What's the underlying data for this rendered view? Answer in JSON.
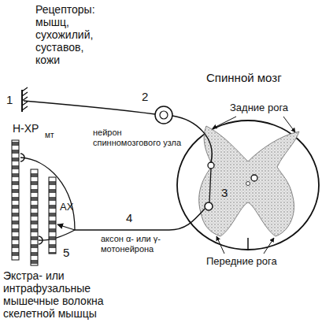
{
  "diagram": {
    "labels": [
      "Рецепторы: мышц, сухожилий, суставов, кожи",
      "1",
      "2",
      "нейрон спинномозгового узла",
      "Спинной мозг",
      "Задние рога",
      "3",
      "Н-ХР",
      "мт",
      "АХ",
      "4",
      "аксон α- или γ- мотонейрона",
      "Передние рога",
      "5",
      "Экстра- или интрафузальные мышечные волокна скелетной мышцы"
    ]
  }
}
